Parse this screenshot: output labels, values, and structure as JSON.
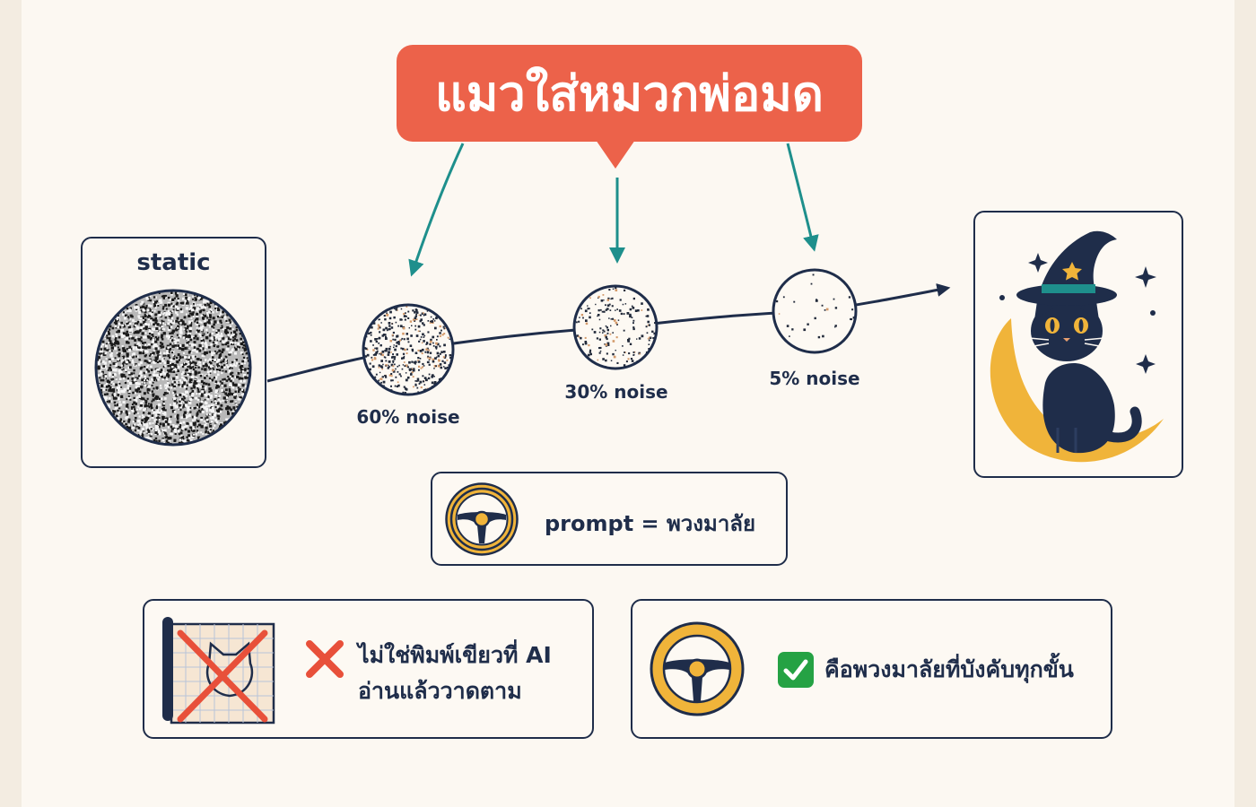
{
  "title": "แมวใส่หมวกพ่อมด",
  "colors": {
    "accent": "#ec624a",
    "navy": "#1f2d4a",
    "teal": "#1e8f8c",
    "gold": "#f0b43a",
    "check_green": "#25a244",
    "cross_red": "#e8503a"
  },
  "steps": [
    {
      "label": "static",
      "noise": 1.0
    },
    {
      "label": "60% noise",
      "noise": 0.6
    },
    {
      "label": "30% noise",
      "noise": 0.3
    },
    {
      "label": "5% noise",
      "noise": 0.05
    }
  ],
  "prompt_box": {
    "label": "prompt  =  พวงมาลัย",
    "icon": "steering-wheel-icon"
  },
  "notes": {
    "wrong": {
      "line1": "ไม่ใช่พิมพ์เขียวที่ AI",
      "line2": "อ่านแล้ววาดตาม",
      "icon": "blueprint-crossed-icon",
      "mark": "cross-icon"
    },
    "right": {
      "text": "คือพวงมาลัยที่บังคับทุกขั้น",
      "icon": "steering-wheel-icon",
      "mark": "check-icon"
    }
  },
  "result": {
    "icon": "witch-hat-cat-on-moon-icon"
  }
}
